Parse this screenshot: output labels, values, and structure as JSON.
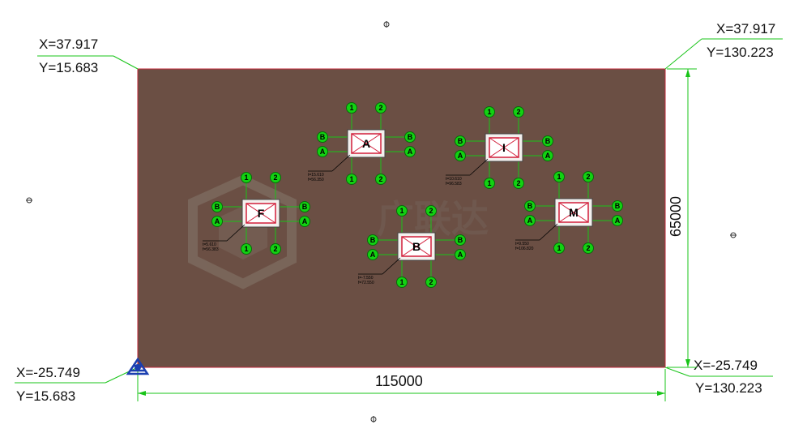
{
  "coords": {
    "top_left": {
      "x": "X=37.917",
      "y": "Y=15.683"
    },
    "top_right": {
      "x": "X=37.917",
      "y": "Y=130.223"
    },
    "bottom_left": {
      "x": "X=-25.749",
      "y": "Y=15.683"
    },
    "bottom_right": {
      "x": "X=-25.749",
      "y": "Y=130.223"
    }
  },
  "dimensions": {
    "width": "115000",
    "height": "65000"
  },
  "colors": {
    "slab": "#6b4f44",
    "slab_border": "#c0283a",
    "green": "#18c418",
    "bubble_fill": "#12d212",
    "ucs_blue": "#1a3fb0"
  },
  "pits": [
    {
      "letter": "A",
      "grid_top": [
        "1",
        "2"
      ],
      "grid_bottom": [
        "1",
        "2"
      ],
      "grid_left": [
        "B",
        "A"
      ],
      "grid_right": [
        "B",
        "A"
      ],
      "note_line1": "t=15.610",
      "note_line2": "f=56.350"
    },
    {
      "letter": "I",
      "grid_top": [
        "1",
        "2"
      ],
      "grid_bottom": [
        "1",
        "2"
      ],
      "grid_left": [
        "B",
        "A"
      ],
      "grid_right": [
        "B",
        "A"
      ],
      "note_line1": "t=10.610",
      "note_line2": "f=96.583"
    },
    {
      "letter": "F",
      "grid_top": [
        "1",
        "2"
      ],
      "grid_bottom": [
        "1",
        "2"
      ],
      "grid_left": [
        "B",
        "A"
      ],
      "grid_right": [
        "B",
        "A"
      ],
      "note_line1": "t=5.610",
      "note_line2": "f=56.383"
    },
    {
      "letter": "B",
      "grid_top": [
        "1",
        "2"
      ],
      "grid_bottom": [
        "1",
        "2"
      ],
      "grid_left": [
        "B",
        "A"
      ],
      "grid_right": [
        "B",
        "A"
      ],
      "note_line1": "t=-7.550",
      "note_line2": "f=72.550"
    },
    {
      "letter": "M",
      "grid_top": [
        "1",
        "2"
      ],
      "grid_bottom": [
        "1",
        "2"
      ],
      "grid_left": [
        "B",
        "A"
      ],
      "grid_right": [
        "B",
        "A"
      ],
      "note_line1": "t=9.550",
      "note_line2": "f=106.820"
    }
  ],
  "watermark": {
    "text": "广联达"
  },
  "markers": {
    "top": "top-marker-icon",
    "bottom": "bottom-marker-icon",
    "left": "left-marker-icon",
    "right": "right-marker-icon",
    "ucs": "ucs-icon"
  }
}
